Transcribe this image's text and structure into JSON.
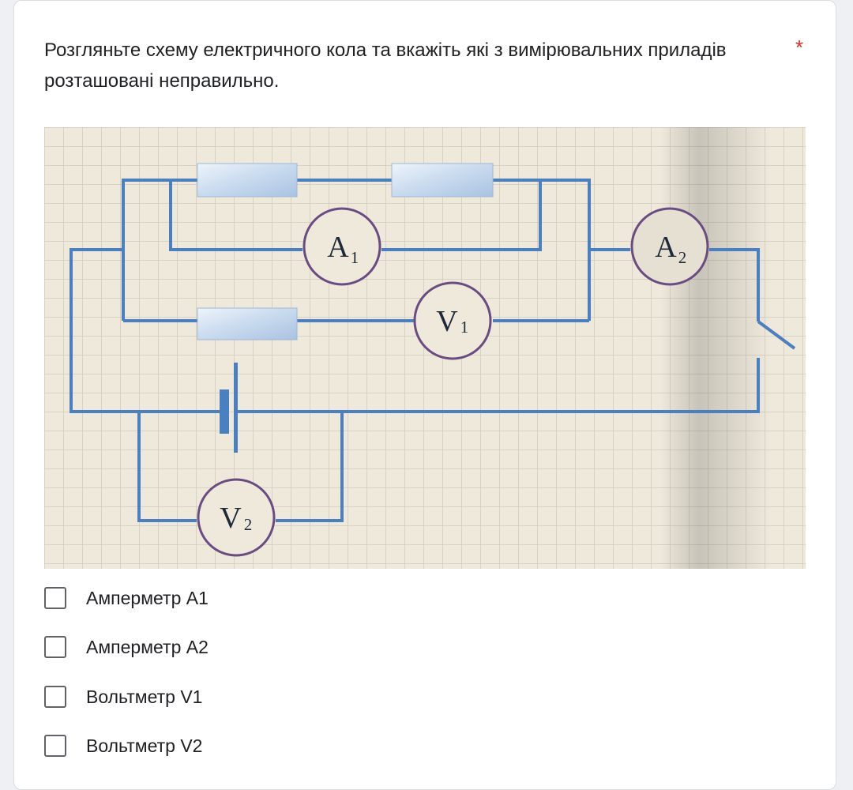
{
  "question": {
    "title": "Розгляньте схему електричного кола та вкажіть які з вимірювальних приладів розташовані неправильно.",
    "required_mark": "*"
  },
  "circuit": {
    "meters": [
      {
        "letter": "A",
        "index": "1"
      },
      {
        "letter": "A",
        "index": "2"
      },
      {
        "letter": "V",
        "index": "1"
      },
      {
        "letter": "V",
        "index": "2"
      }
    ],
    "colors": {
      "wire": "#4a7fc1",
      "meter_ring": "#6b4c82",
      "paper": "#efe9dc",
      "grid": "#c9c3b5"
    }
  },
  "options": [
    {
      "label": "Амперметр А1",
      "checked": false
    },
    {
      "label": "Амперметр А2",
      "checked": false
    },
    {
      "label": "Вольтметр V1",
      "checked": false
    },
    {
      "label": "Вольтметр V2",
      "checked": false
    }
  ]
}
